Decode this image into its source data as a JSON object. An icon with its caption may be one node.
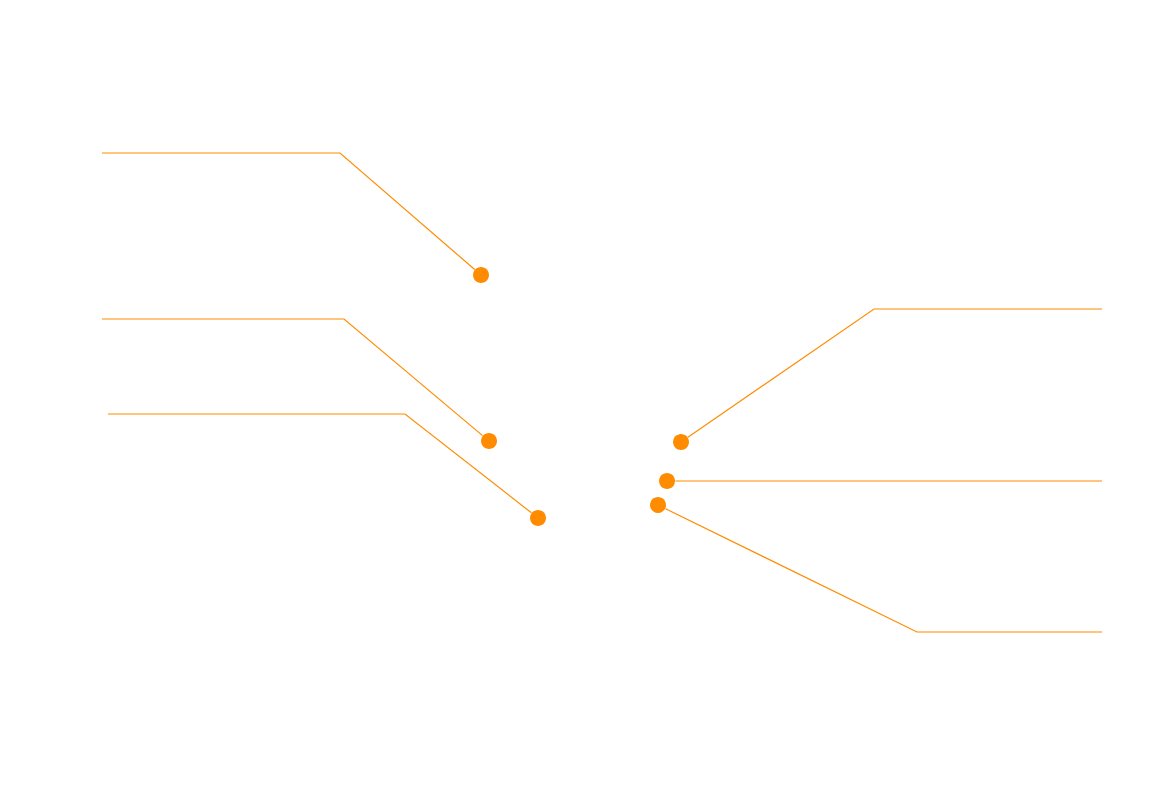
{
  "diagram": {
    "nodes": [
      {
        "text": [],
        "shape": "circle"
      },
      {
        "text": [],
        "shape": "circle"
      },
      {
        "text": [],
        "shape": "circle"
      },
      {
        "text": [],
        "shape": "circle"
      },
      {
        "text": [],
        "shape": "circle"
      },
      {
        "text": [],
        "shape": "circle"
      }
    ],
    "edges": [
      {
        "from": null,
        "to": 0,
        "arrow": "none"
      },
      {
        "from": null,
        "to": 1,
        "arrow": "none"
      },
      {
        "from": null,
        "to": 2,
        "arrow": "none"
      },
      {
        "from": null,
        "to": 3,
        "arrow": "none"
      },
      {
        "from": null,
        "to": 4,
        "arrow": "none"
      },
      {
        "from": null,
        "to": 5,
        "arrow": "none"
      }
    ]
  }
}
